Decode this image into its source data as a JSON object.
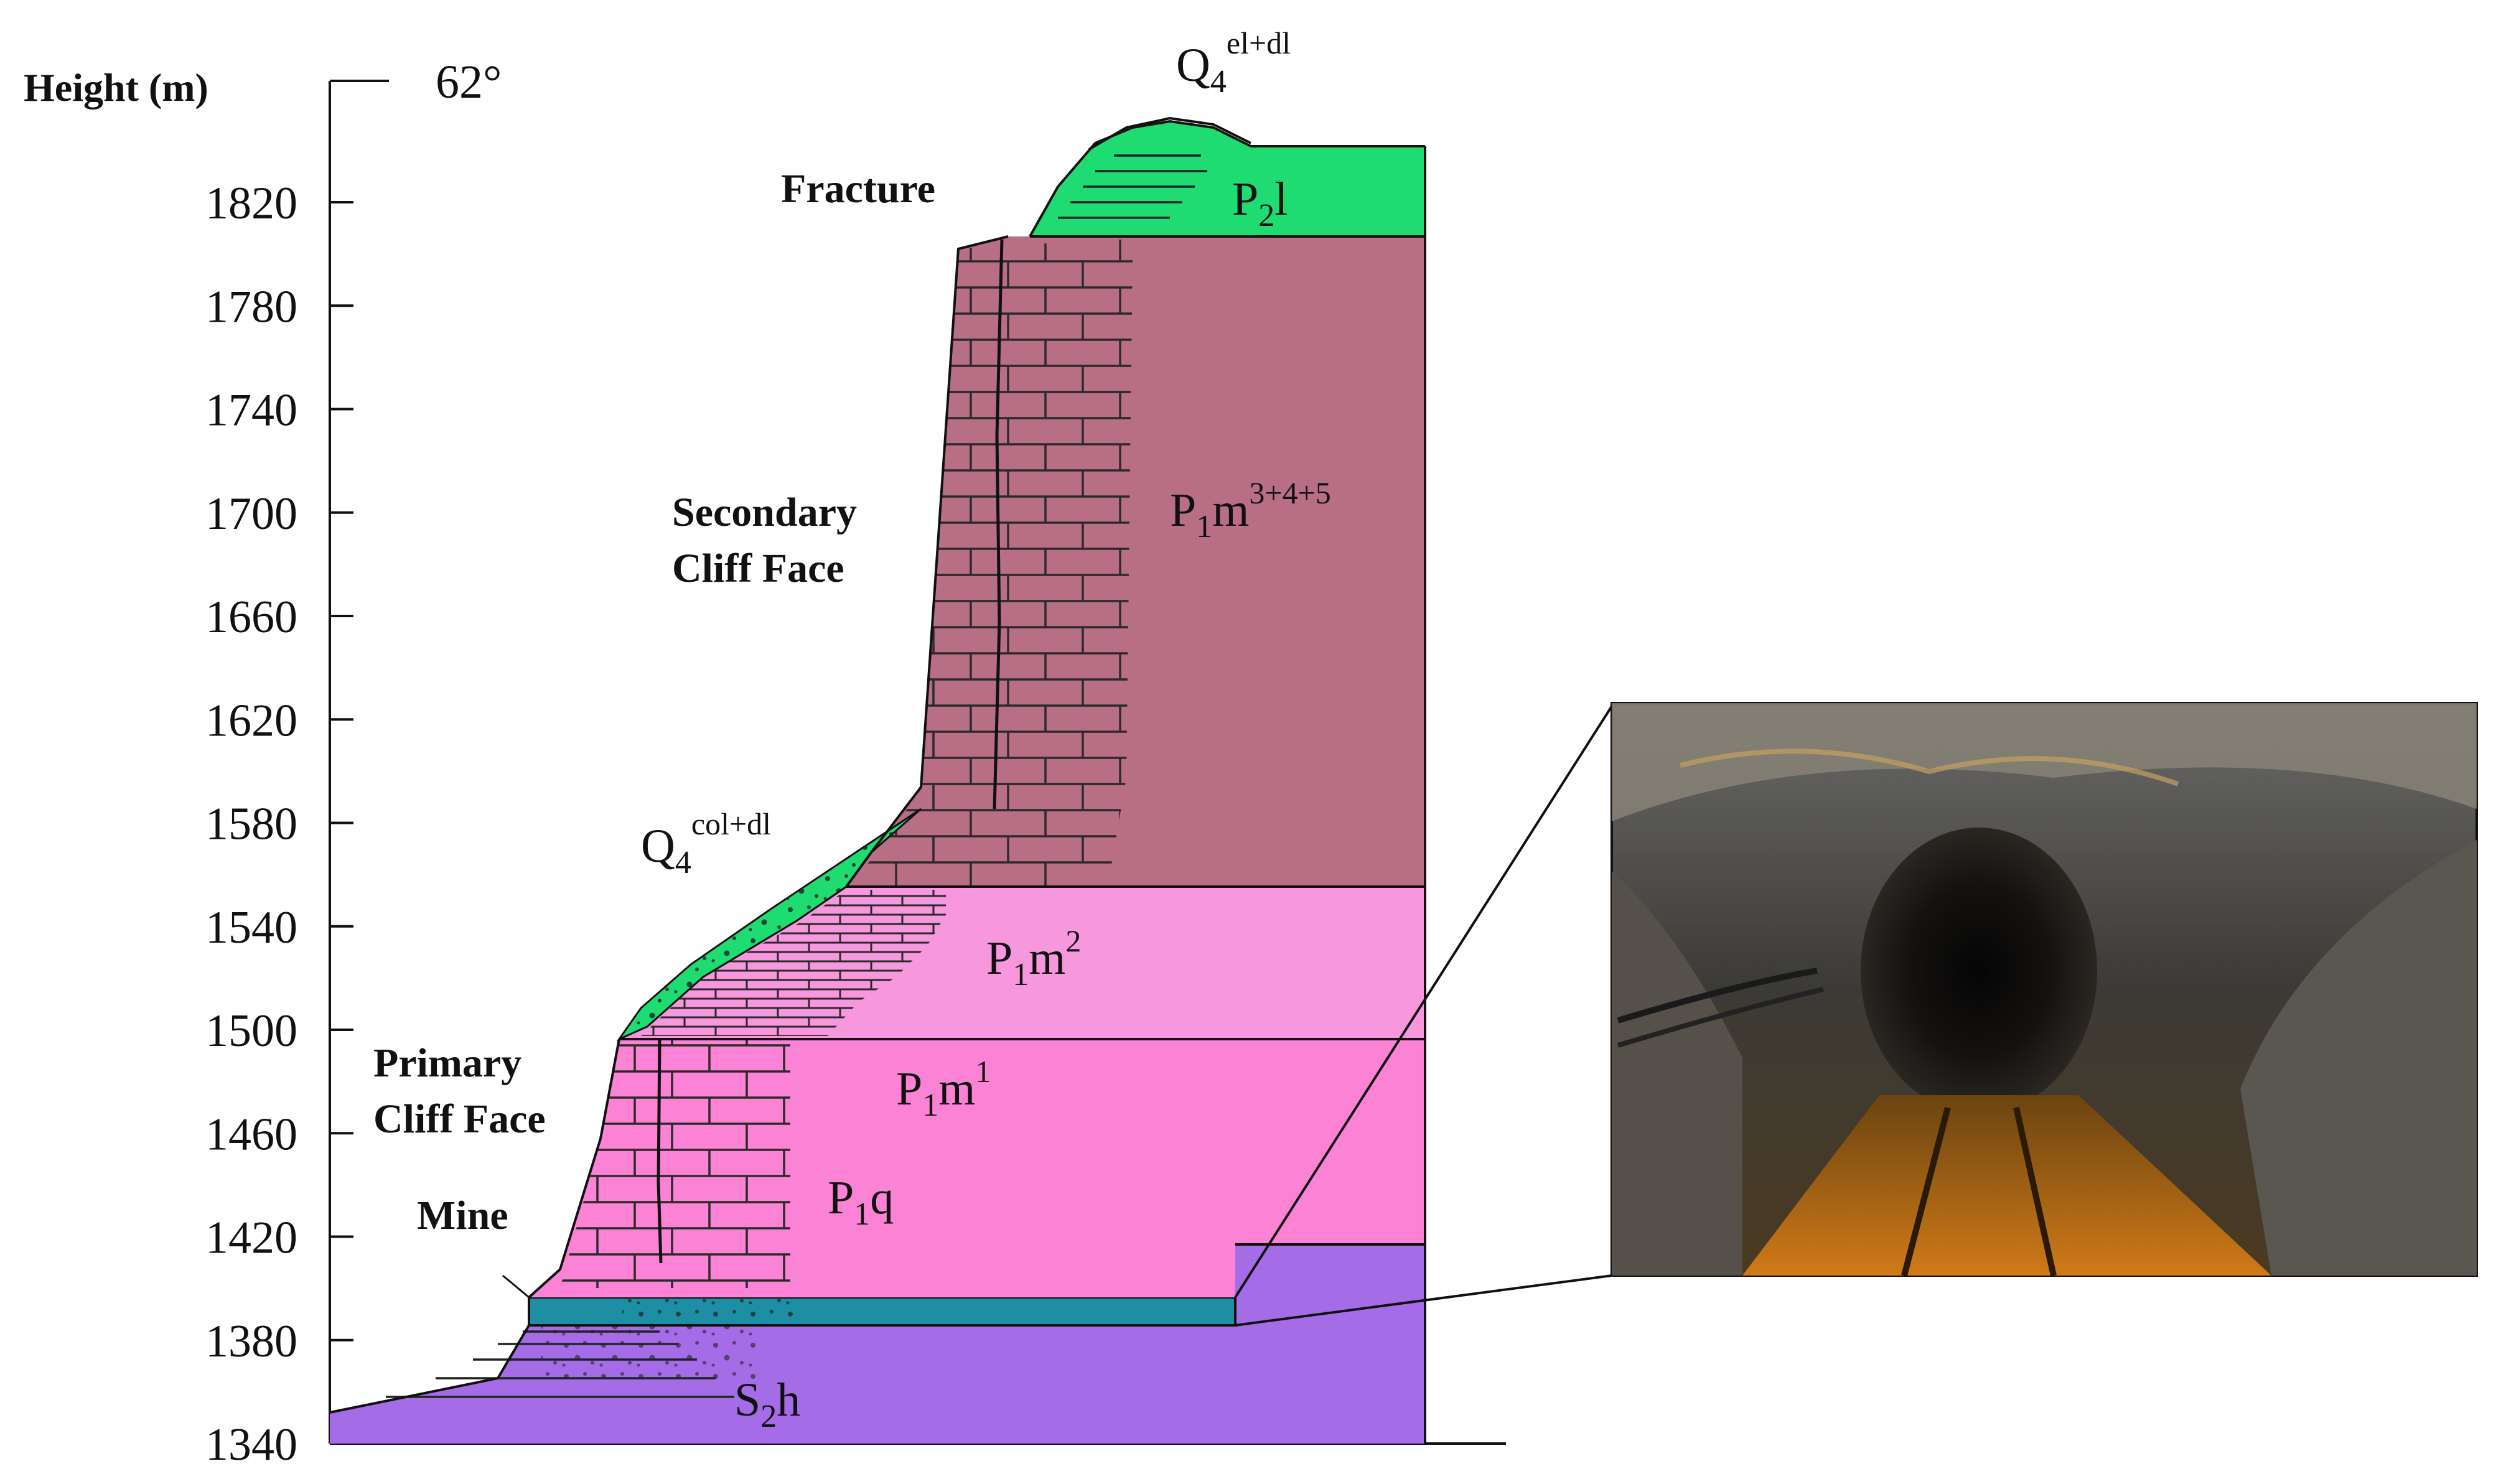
{
  "axis": {
    "title": "Height (m)",
    "top_label": "62°",
    "ticks": [
      1340,
      1380,
      1420,
      1460,
      1500,
      1540,
      1580,
      1620,
      1660,
      1700,
      1740,
      1780,
      1820
    ]
  },
  "labels": {
    "fracture": "Fracture",
    "secondary_line1": "Secondary",
    "secondary_line2": "Cliff Face",
    "primary_line1": "Primary",
    "primary_line2": "Cliff Face",
    "mine": "Mine"
  },
  "strata": {
    "q4_eldl": {
      "base": "Q",
      "sub": "4",
      "sup": "el+dl"
    },
    "q4_coldl": {
      "base": "Q",
      "sub": "4",
      "sup": "col+dl"
    },
    "p2l": {
      "base": "P",
      "sub": "2",
      "tail": "l"
    },
    "p1m345": {
      "base": "P",
      "sub": "1",
      "tail": "m",
      "sup": "3+4+5"
    },
    "p1m2": {
      "base": "P",
      "sub": "1",
      "tail": "m",
      "sup": "2"
    },
    "p1m1": {
      "base": "P",
      "sub": "1",
      "tail": "m",
      "sup": "1"
    },
    "p1q": {
      "base": "P",
      "sub": "1",
      "tail": "q"
    },
    "s2h": {
      "base": "S",
      "sub": "2",
      "tail": "h"
    }
  },
  "colors": {
    "p2l": "#1edb72",
    "p1m345": "#b86f86",
    "p1m2": "#f797de",
    "p1m1": "#fb82d4",
    "mine_seam": "#1d8ea3",
    "s2h": "#a56ce8",
    "colluvium": "#1edb72"
  }
}
